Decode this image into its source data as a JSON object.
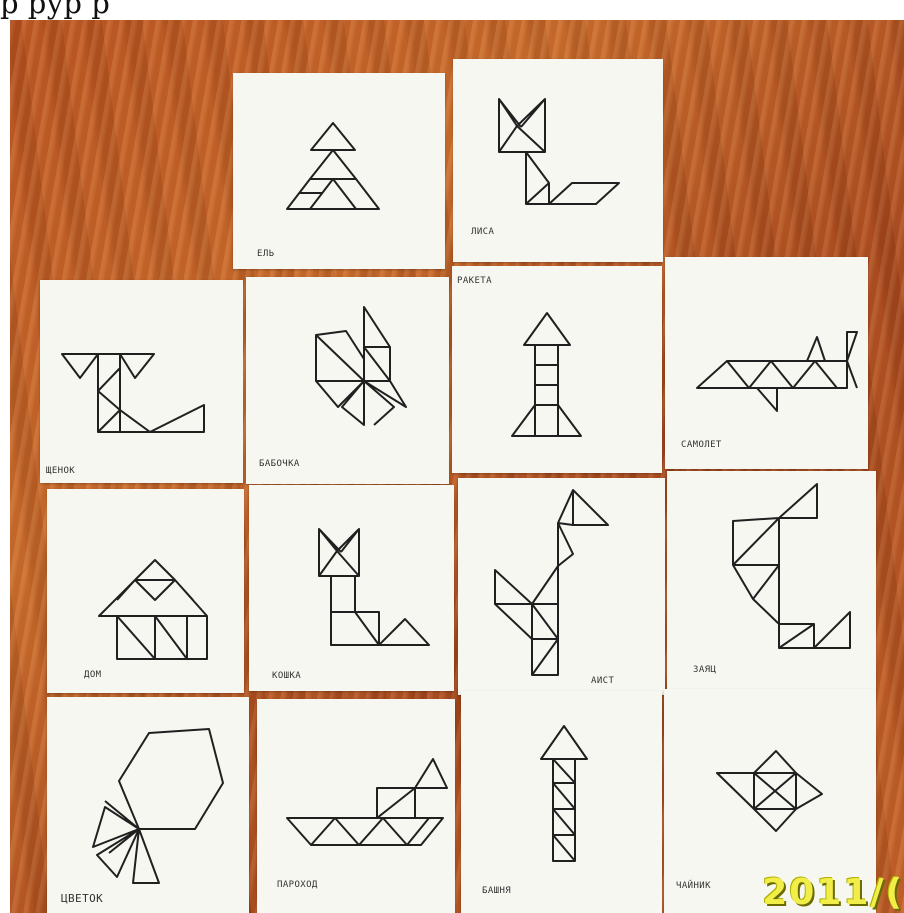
{
  "caption": {
    "text": "р                    рур         р"
  },
  "cards": [
    {
      "id": "card-el",
      "label": "ЕЛЬ"
    },
    {
      "id": "card-lisa",
      "label": "ЛИСА"
    },
    {
      "id": "card-raketa",
      "label": "РАКЕТА"
    },
    {
      "id": "card-shenok",
      "label": "ЩЕНОК"
    },
    {
      "id": "card-babochka",
      "label": "БАБОЧКА"
    },
    {
      "id": "card-samolet",
      "label": "САМОЛЕТ"
    },
    {
      "id": "card-dom",
      "label": "ДОМ"
    },
    {
      "id": "card-koshka",
      "label": "КОШКА"
    },
    {
      "id": "card-aist",
      "label": "АИСТ"
    },
    {
      "id": "card-zayats",
      "label": "ЗАЯЦ"
    },
    {
      "id": "card-tsvetok",
      "label": "ЦВЕТОК"
    },
    {
      "id": "card-parohod",
      "label": "ПАРОХОД"
    },
    {
      "id": "card-bashnya",
      "label": "БАШНЯ"
    },
    {
      "id": "card-chaynik",
      "label": "ЧАЙНИК"
    }
  ],
  "stamp": {
    "text": "2011/("
  },
  "colors": {
    "table": "#b9521f",
    "paper": "#f7f7f2",
    "stamp": "#f2ee49"
  }
}
